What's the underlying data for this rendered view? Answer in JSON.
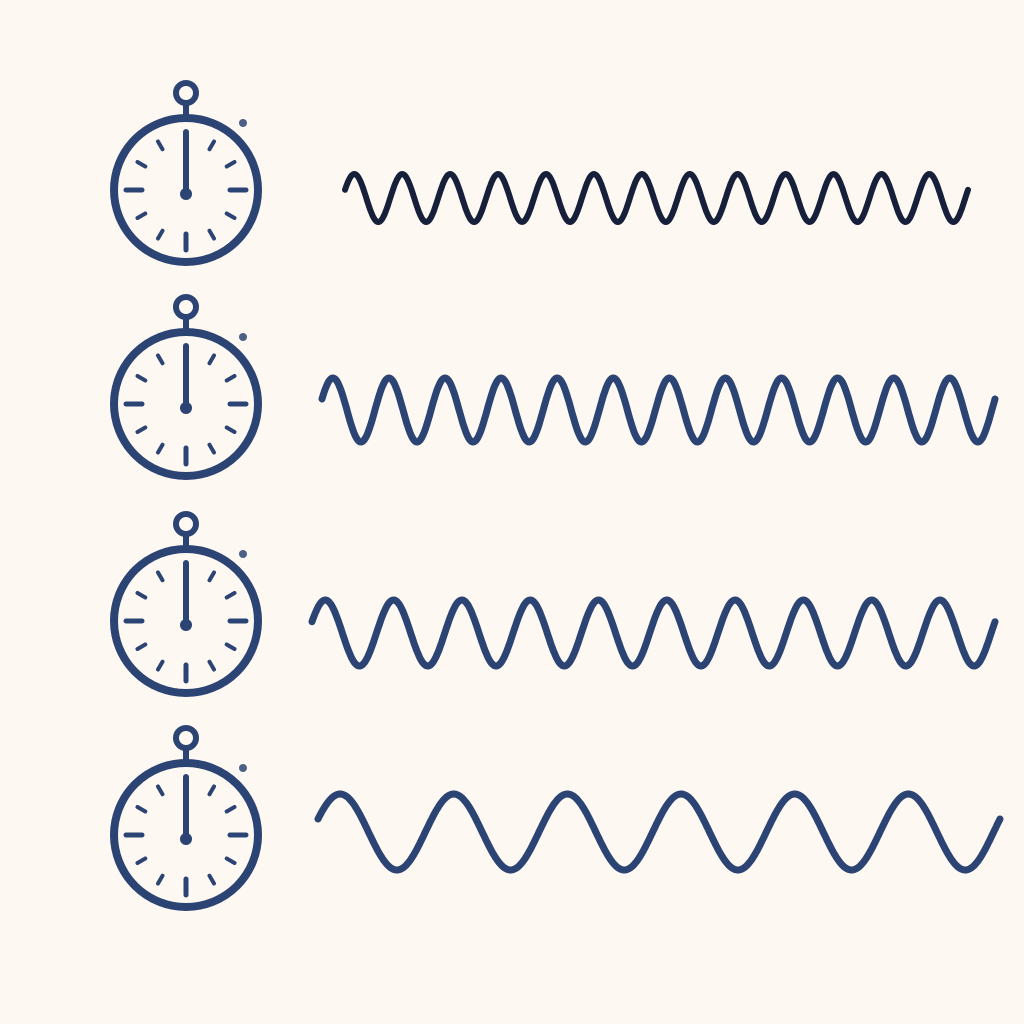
{
  "colors": {
    "background": "#fdf8f1",
    "ink_dark": "#16203a",
    "ink_navy": "#2b4474"
  },
  "rows": [
    {
      "icon": "stopwatch-icon",
      "wave": "sine-wave",
      "cycles": 13,
      "ink": "ink_dark"
    },
    {
      "icon": "stopwatch-icon",
      "wave": "sine-wave",
      "cycles": 12,
      "ink": "ink_navy"
    },
    {
      "icon": "stopwatch-icon",
      "wave": "sine-wave",
      "cycles": 10,
      "ink": "ink_navy"
    },
    {
      "icon": "stopwatch-icon",
      "wave": "sine-wave",
      "cycles": 6,
      "ink": "ink_navy"
    }
  ]
}
